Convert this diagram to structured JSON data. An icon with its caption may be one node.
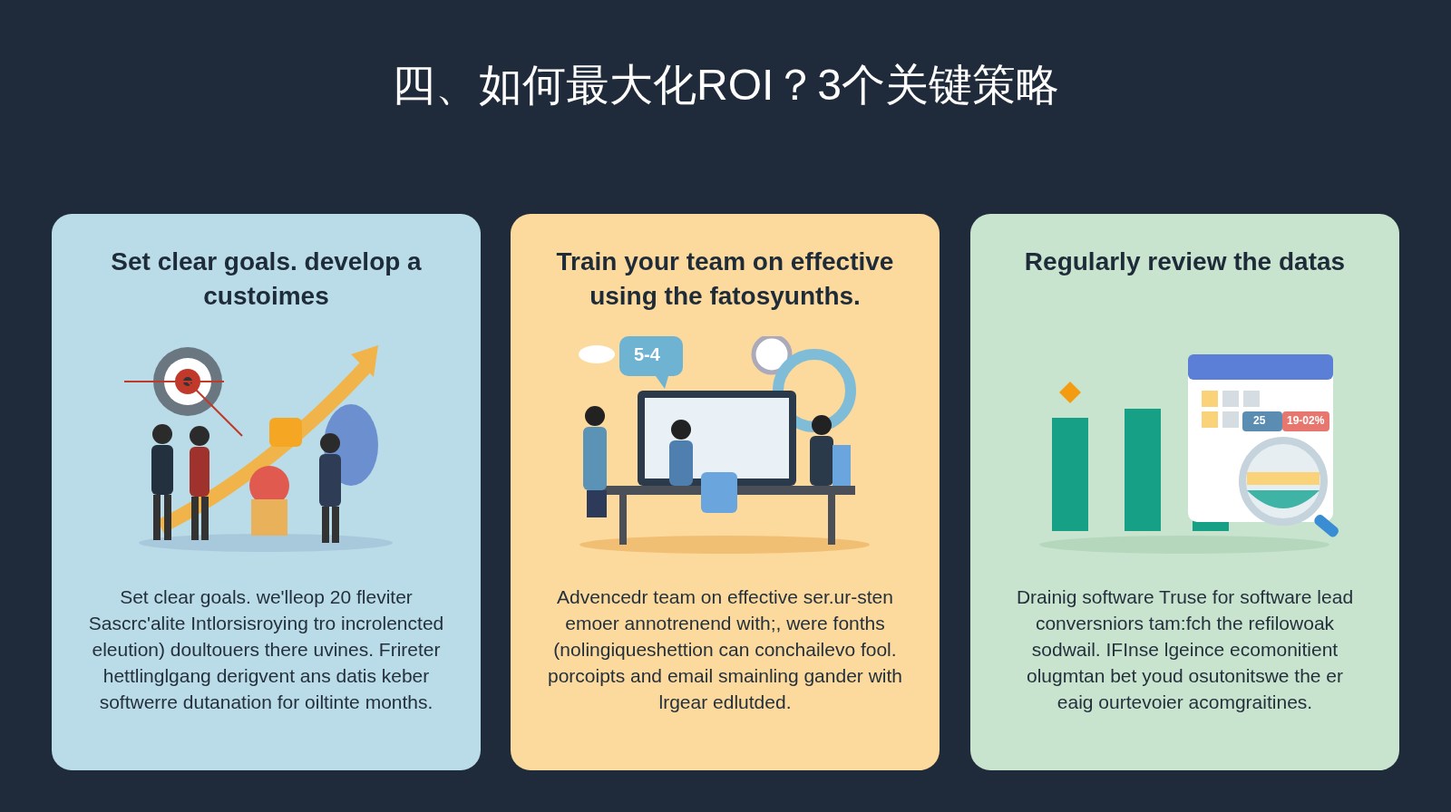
{
  "diagram": {
    "title": "四、如何最大化ROI？3个关键策略",
    "nodes": [
      {
        "text": [
          "Set clear goals. develop a custoimes",
          "Set clear goals. we'lleop 20 fleviter Sascrc'alite Intlorsisroying tro incrolencted eleution) doultouers there uvines. Frireter hettlinglgang derigvent ans datis keber softwerre dutanation for oiltinte months."
        ]
      },
      {
        "text": [
          "Train your team on effective using the fatosyunths.",
          "Advencedr team on effective ser.ur-sten emoer annotrenend with;, were fonths (nolingiqueshettion can conchailevo fool. porcoipts and email smainling gander with lrgear edlutded."
        ]
      },
      {
        "text": [
          "Regularly review the datas",
          "Drainig software Truse for software lead conversniors tam:fch the refilowoak sodwail. IFInse lgeince ecomonitient olugmtan bet youd osutonitswe the er eaig ourtevoier acomgraitines."
        ]
      }
    ],
    "labels": [
      "5-4",
      "25",
      "19-02%"
    ]
  }
}
